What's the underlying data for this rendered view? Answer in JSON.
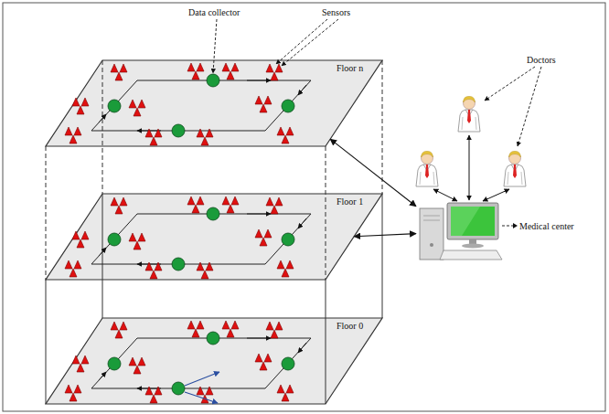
{
  "diagram": {
    "nodes": [
      {
        "text": [
          "Floor n"
        ]
      },
      {
        "text": [
          "Floor 1"
        ]
      },
      {
        "text": [
          "Floor 0"
        ]
      },
      {
        "text": [
          "Medical center"
        ]
      }
    ],
    "edges": [
      {
        "from": 3,
        "to": 0,
        "arrow": "both"
      },
      {
        "from": 3,
        "to": 1,
        "arrow": "both"
      }
    ],
    "labels": [
      "Data collector",
      "Sensors",
      "Doctors"
    ]
  }
}
